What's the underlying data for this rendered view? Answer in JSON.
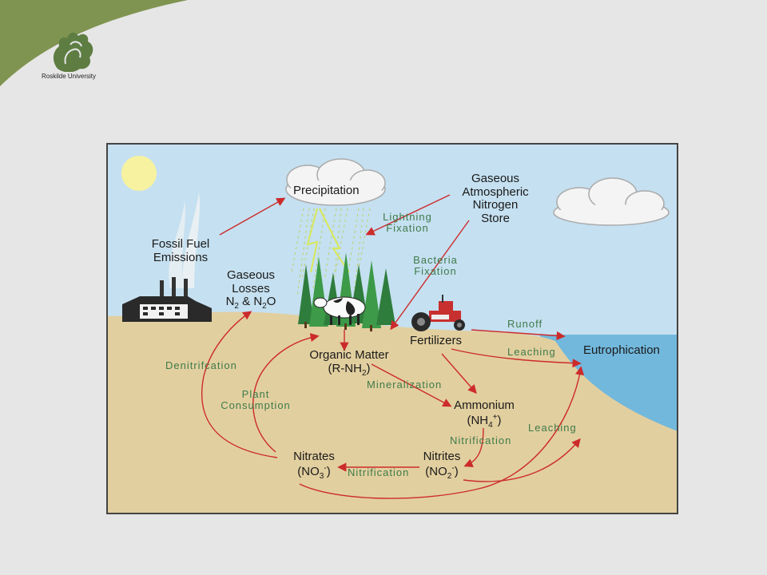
{
  "header": {
    "university": "Roskilde University",
    "colors": {
      "swoosh": "#7f9450",
      "logo": "#5e7d42"
    }
  },
  "diagram": {
    "sources": {
      "precipitation": "Precipitation",
      "gaseous_store": [
        "Gaseous",
        "Atmospheric",
        "Nitrogen",
        "Store"
      ],
      "fossil_fuel": [
        "Fossil Fuel",
        "Emissions"
      ],
      "gaseous_losses": [
        "Gaseous",
        "Losses"
      ],
      "gaseous_losses_formula": {
        "n2": "N",
        "n2_sub": "2",
        "amp": " & N",
        "n2o_sub": "2",
        "o": "O"
      }
    },
    "processes": {
      "lightning": [
        "Lightning",
        "Fixation"
      ],
      "bacteria": [
        "Bacteria",
        "Fixation"
      ],
      "runoff": "Runoff",
      "leaching_1": "Leaching",
      "leaching_2": "Leaching",
      "denitrification": "Denitrifcation",
      "plant_consumption": [
        "Plant",
        "Consumption"
      ],
      "mineralization": "Mineralization",
      "nitrification_1": "Nitrification",
      "nitrification_2": "Nitrification"
    },
    "pools": {
      "organic_matter": "Organic Matter",
      "organic_formula": {
        "prefix": "(R-NH",
        "sub": "2",
        "suffix": ")"
      },
      "fertilizers": "Fertilizers",
      "eutrophication": "Eutrophication",
      "ammonium": "Ammonium",
      "ammonium_formula": {
        "prefix": "(NH",
        "sub": "4",
        "sup": "+",
        "suffix": ")"
      },
      "nitrites": "Nitrites",
      "nitrites_formula": {
        "prefix": "(NO",
        "sub": "2",
        "sup": "-",
        "suffix": ")"
      },
      "nitrates": "Nitrates",
      "nitrates_formula": {
        "prefix": "(NO",
        "sub": "3",
        "sup": "-",
        "suffix": ")"
      }
    },
    "colors": {
      "sky": "#c5e0f0",
      "soil": "#e2cf9f",
      "water": "#72b8dd",
      "arrow": "#cc2b2b",
      "process_text": "#3f7a4a",
      "sun": "#f7f2a0"
    }
  }
}
